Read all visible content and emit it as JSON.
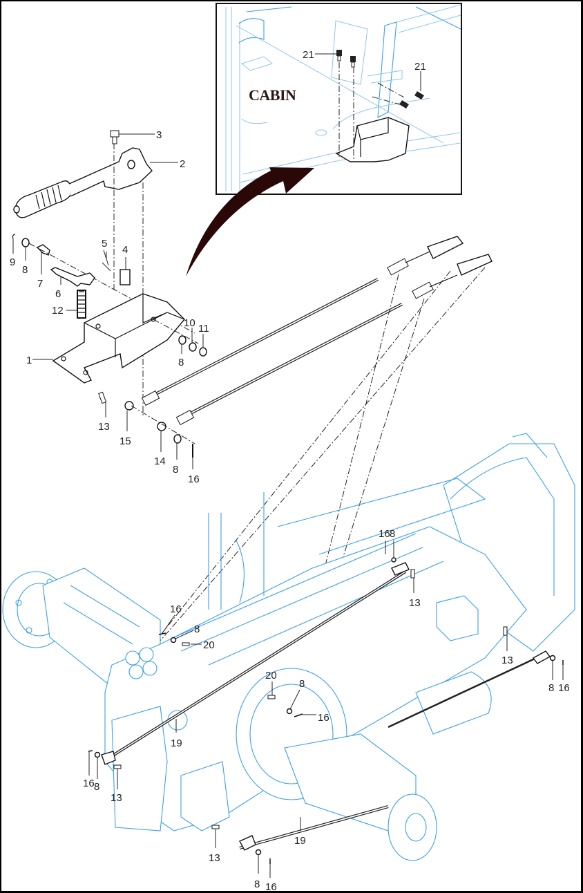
{
  "diagram": {
    "type": "exploded parts diagram",
    "subject": "Parking brake lever and cables to transmission",
    "inset": {
      "title": "CABIN",
      "callouts": [
        "21",
        "21"
      ]
    },
    "callouts": {
      "c1": "1",
      "c2": "2",
      "c3": "3",
      "c4": "4",
      "c5": "5",
      "c6": "6",
      "c7": "7",
      "c8a": "8",
      "c9": "9",
      "c10": "10",
      "c11": "11",
      "c12": "12",
      "c8b": "8",
      "c13a": "13",
      "c15": "15",
      "c14": "14",
      "c8c": "8",
      "c16a": "16",
      "c16b": "16",
      "c8d": "8",
      "c13b": "13",
      "c16c": "16",
      "c8e": "8",
      "c20a": "20",
      "c20b": "20",
      "c8f": "8",
      "c16d": "16",
      "c19a": "19",
      "c13c": "13",
      "c8g": "8",
      "c16e": "16",
      "c16f": "16",
      "c8h": "8",
      "c13d": "13",
      "c13e": "13",
      "c19b": "19",
      "c8i": "8",
      "c16g": "16"
    },
    "colors": {
      "line_art": "#111111",
      "tractor_outline": "#3aa0e8",
      "arrow": "#2a0a0a",
      "frame": "#000000"
    }
  }
}
